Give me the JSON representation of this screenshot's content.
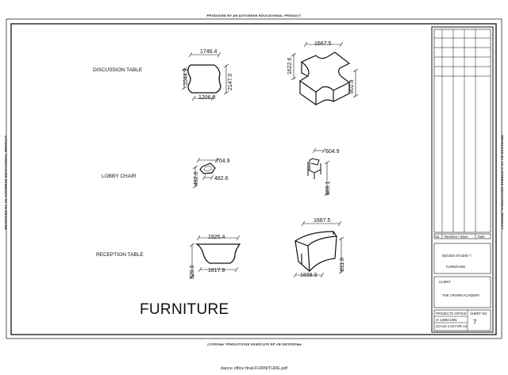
{
  "watermark": "PRODUCED BY AN AUTODESK EDUCATIONAL PRODUCT",
  "sheet_title": "FURNITURE",
  "file_caption": "dance office final-FURNITURE.pdf",
  "items": {
    "discussion_table": {
      "label": "DISCUSSION TABLE",
      "plan_dims": [
        "1746.4",
        "1044.9",
        "2147.0",
        "1206.0"
      ],
      "iso_dims": [
        "1667.5",
        "1622.6",
        "802.8"
      ]
    },
    "lobby_chair": {
      "label": "LOBBY CHAIR",
      "plan_dims": [
        "704.9",
        "482.6",
        "482.6"
      ],
      "iso_dims": [
        "604.9",
        "889.1"
      ]
    },
    "reception_table": {
      "label": "RECEPTION TABLE",
      "plan_dims": [
        "1925.4",
        "829.0",
        "1817.9"
      ],
      "iso_dims": [
        "1667.5",
        "811.8",
        "1838.3"
      ]
    }
  },
  "title_block": {
    "revision_headers": [
      "No.",
      "Revision / Issue",
      "Date"
    ],
    "project": [
      "DESIGN STUDIO 7",
      "FURNITURE"
    ],
    "client_label": "CLIENT",
    "client_name": "THE CROWN ACADEMY",
    "project_office_label": "PROJECTS OFFICE",
    "project_no": "IX 1308G1981",
    "scale": "SCALE 1:20 FOR A3",
    "sheet_no_label": "SHEET NO.",
    "sheet_no": "7"
  }
}
